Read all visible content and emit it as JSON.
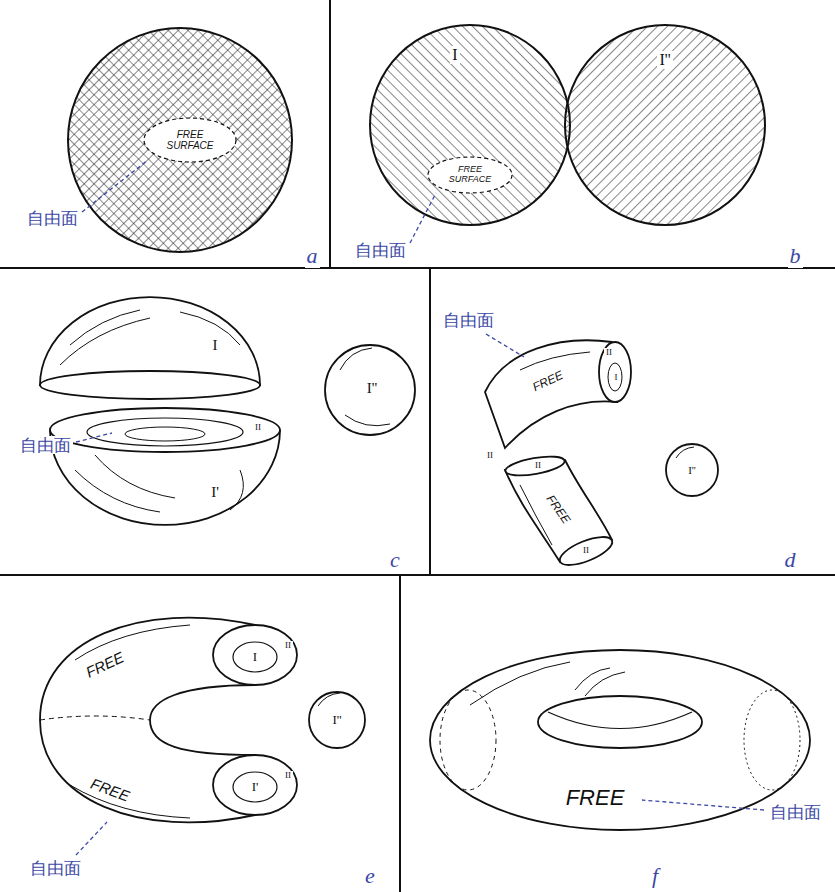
{
  "diagram": {
    "labels": [
      "FREE SURFACE",
      "自由面",
      "a",
      "I",
      "FREE SURFACE",
      "I''",
      "自由面",
      "b",
      "I",
      "I'",
      "I''",
      "II",
      "自由面",
      "c",
      "自由面",
      "FREE",
      "II",
      "I",
      "II",
      "FREE",
      "II",
      "II",
      "I''",
      "d",
      "FREE",
      "I",
      "II",
      "I''",
      "I'",
      "II",
      "FREE",
      "自由面",
      "e",
      "FREE",
      "自由面",
      "f"
    ]
  }
}
